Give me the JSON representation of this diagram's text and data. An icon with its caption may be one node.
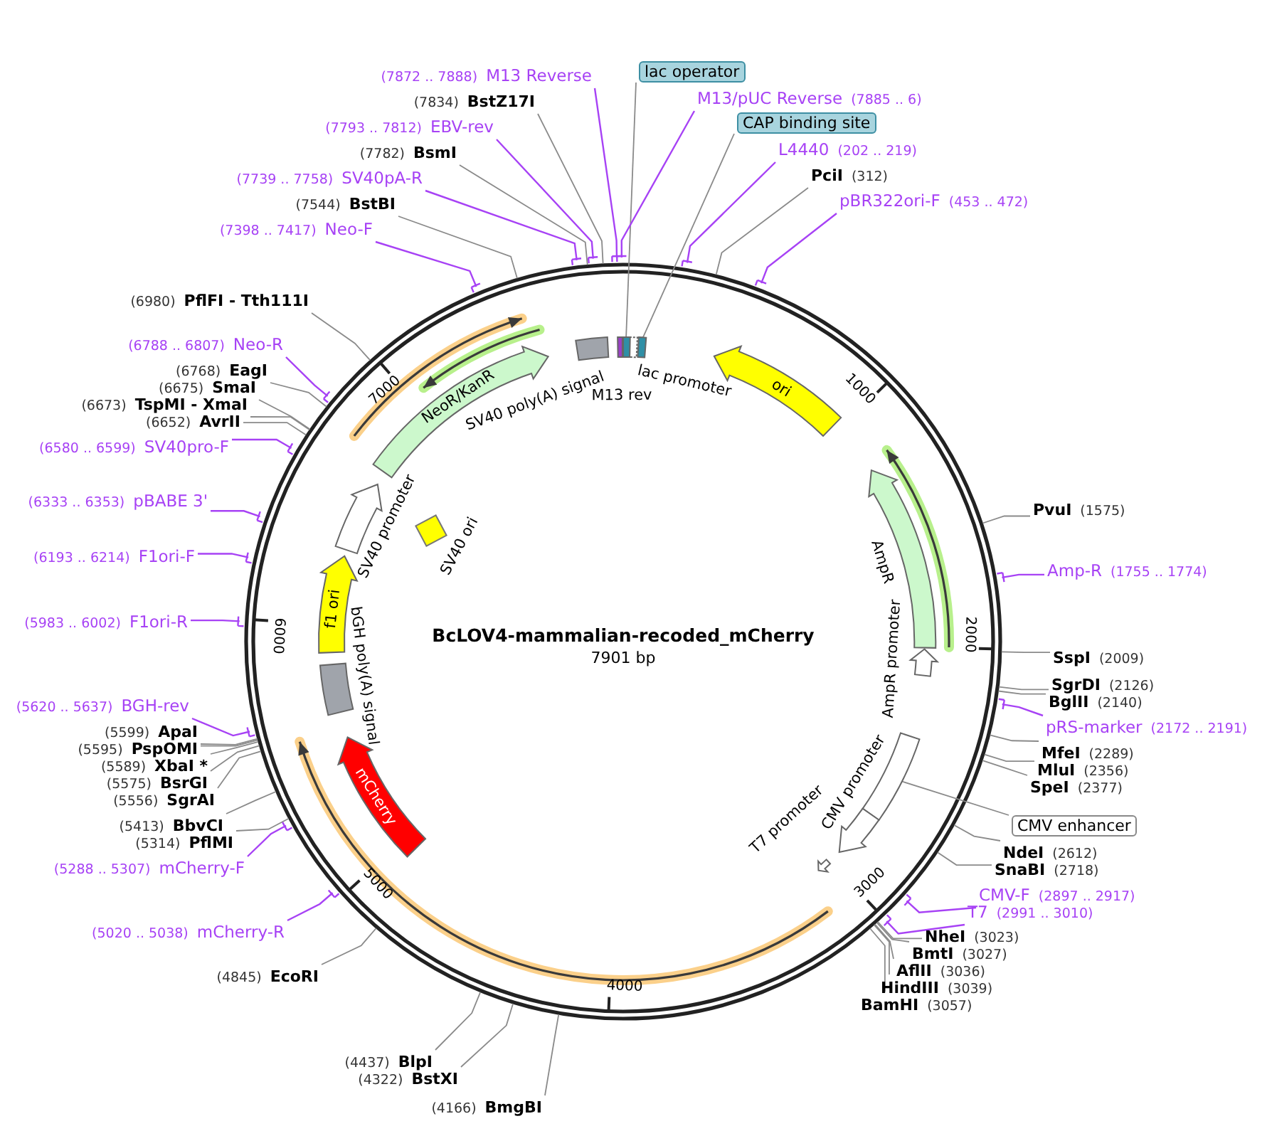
{
  "diagram": {
    "title": "BcLOV4-mammalian-recoded_mCherry",
    "caption": "7901 bp",
    "nodes": [
      {
        "text": [
          "NeoR/KanR"
        ]
      },
      {
        "text": [
          "SV40 poly(A) signal"
        ]
      },
      {
        "text": [
          "M13 rev"
        ]
      },
      {
        "text": [
          "lac promoter"
        ]
      },
      {
        "text": [],
        "shape": "box"
      },
      {
        "text": [],
        "shape": "box"
      },
      {
        "text": [
          "ori"
        ]
      },
      {
        "text": [
          "AmpR"
        ]
      },
      {
        "text": [
          "AmpR promoter"
        ]
      },
      {
        "text": [],
        "shape": "box"
      },
      {
        "text": [
          "CMV promoter"
        ]
      },
      {
        "text": [
          "T7 promoter"
        ]
      },
      {
        "text": [
          "mCherry"
        ]
      },
      {
        "text": [
          "bGH poly(A) signal"
        ]
      },
      {
        "text": [
          "f1 ori"
        ]
      },
      {
        "text": [
          "SV40 promoter"
        ]
      },
      {
        "text": [
          "SV40 ori"
        ]
      },
      {
        "text": [
          "(7872 .. 7888)",
          "M13 Reverse"
        ]
      },
      {
        "text": [
          "(7834)",
          "BstZ17I"
        ]
      },
      {
        "text": [
          "(7793 .. 7812)",
          "EBV-rev"
        ]
      },
      {
        "text": [
          "(7782)",
          "BsmI"
        ]
      },
      {
        "text": [
          "(7739 .. 7758)",
          "SV40pA-R"
        ]
      },
      {
        "text": [
          "(7544)",
          "BstBI"
        ]
      },
      {
        "text": [
          "(7398 .. 7417)",
          "Neo-F"
        ]
      },
      {
        "text": [
          "(6980)",
          "PflFI - Tth111I"
        ]
      },
      {
        "text": [
          "(6788 .. 6807)",
          "Neo-R"
        ]
      },
      {
        "text": [
          "(6768)",
          "EagI"
        ]
      },
      {
        "text": [
          "(6675)",
          "SmaI"
        ]
      },
      {
        "text": [
          "(6673)",
          "TspMI - XmaI"
        ]
      },
      {
        "text": [
          "(6652)",
          "AvrII"
        ]
      },
      {
        "text": [
          "(6580 .. 6599)",
          "SV40pro-F"
        ]
      },
      {
        "text": [
          "(6333 .. 6353)",
          "pBABE 3'"
        ]
      },
      {
        "text": [
          "(6193 .. 6214)",
          "F1ori-F"
        ]
      },
      {
        "text": [
          "(5983 .. 6002)",
          "F1ori-R"
        ]
      },
      {
        "text": [
          "(5620 .. 5637)",
          "BGH-rev"
        ]
      },
      {
        "text": [
          "(5599)",
          "ApaI"
        ]
      },
      {
        "text": [
          "(5595)",
          "PspOMI"
        ]
      },
      {
        "text": [
          "(5589)",
          "XbaI *"
        ]
      },
      {
        "text": [
          "(5575)",
          "BsrGI"
        ]
      },
      {
        "text": [
          "(5556)",
          "SgrAI"
        ]
      },
      {
        "text": [
          "(5413)",
          "BbvCI"
        ]
      },
      {
        "text": [
          "(5314)",
          "PflMI"
        ]
      },
      {
        "text": [
          "(5288 .. 5307)",
          "mCherry-F"
        ]
      },
      {
        "text": [
          "(5020 .. 5038)",
          "mCherry-R"
        ]
      },
      {
        "text": [
          "(4845)",
          "EcoRI"
        ]
      },
      {
        "text": [
          "(4437)",
          "BlpI"
        ]
      },
      {
        "text": [
          "(4322)",
          "BstXI"
        ]
      },
      {
        "text": [
          "(4166)",
          "BmgBI"
        ]
      },
      {
        "text": [
          "lac operator"
        ]
      },
      {
        "text": [
          "M13/pUC Reverse",
          "(7885 .. 6)"
        ]
      },
      {
        "text": [
          "CAP binding site"
        ]
      },
      {
        "text": [
          "L4440",
          "(202 .. 219)"
        ]
      },
      {
        "text": [
          "PciI",
          "(312)"
        ]
      },
      {
        "text": [
          "pBR322ori-F",
          "(453 .. 472)"
        ]
      },
      {
        "text": [
          "PvuI",
          "(1575)"
        ]
      },
      {
        "text": [
          "Amp-R",
          "(1755 .. 1774)"
        ]
      },
      {
        "text": [
          "SspI",
          "(2009)"
        ]
      },
      {
        "text": [
          "SgrDI",
          "(2126)"
        ]
      },
      {
        "text": [
          "BglII",
          "(2140)"
        ]
      },
      {
        "text": [
          "pRS-marker",
          "(2172 .. 2191)"
        ]
      },
      {
        "text": [
          "MfeI",
          "(2289)"
        ]
      },
      {
        "text": [
          "MluI",
          "(2356)"
        ]
      },
      {
        "text": [
          "SpeI",
          "(2377)"
        ]
      },
      {
        "text": [
          "CMV enhancer"
        ]
      },
      {
        "text": [
          "NdeI",
          "(2612)"
        ]
      },
      {
        "text": [
          "SnaBI",
          "(2718)"
        ]
      },
      {
        "text": [
          "CMV-F",
          "(2897 .. 2917)"
        ]
      },
      {
        "text": [
          "T7",
          "(2991 .. 3010)"
        ]
      },
      {
        "text": [
          "NheI",
          "(3023)"
        ]
      },
      {
        "text": [
          "BmtI",
          "(3027)"
        ]
      },
      {
        "text": [
          "AflII",
          "(3036)"
        ]
      },
      {
        "text": [
          "HindIII",
          "(3039)"
        ]
      },
      {
        "text": [
          "BamHI",
          "(3057)"
        ]
      }
    ],
    "edges": [
      {
        "from": 17,
        "to": null,
        "arrow": "none",
        "color": "#a742f5"
      },
      {
        "from": 18,
        "to": null,
        "arrow": "none"
      },
      {
        "from": 19,
        "to": null,
        "arrow": "none",
        "color": "#a742f5"
      },
      {
        "from": 20,
        "to": null,
        "arrow": "none"
      },
      {
        "from": 21,
        "to": null,
        "arrow": "none",
        "color": "#a742f5"
      },
      {
        "from": 22,
        "to": null,
        "arrow": "none"
      },
      {
        "from": 23,
        "to": null,
        "arrow": "none",
        "color": "#a742f5"
      },
      {
        "from": 24,
        "to": null,
        "arrow": "none"
      },
      {
        "from": 25,
        "to": null,
        "arrow": "none",
        "color": "#a742f5"
      },
      {
        "from": 26,
        "to": null,
        "arrow": "none"
      },
      {
        "from": 27,
        "to": null,
        "arrow": "none"
      },
      {
        "from": 28,
        "to": null,
        "arrow": "none"
      },
      {
        "from": 29,
        "to": null,
        "arrow": "none"
      },
      {
        "from": 30,
        "to": null,
        "arrow": "none",
        "color": "#a742f5"
      },
      {
        "from": 31,
        "to": null,
        "arrow": "none",
        "color": "#a742f5"
      },
      {
        "from": 32,
        "to": null,
        "arrow": "none",
        "color": "#a742f5"
      },
      {
        "from": 33,
        "to": null,
        "arrow": "none",
        "color": "#a742f5"
      },
      {
        "from": 34,
        "to": null,
        "arrow": "none",
        "color": "#a742f5"
      },
      {
        "from": 35,
        "to": null,
        "arrow": "none"
      },
      {
        "from": 36,
        "to": null,
        "arrow": "none"
      },
      {
        "from": 37,
        "to": null,
        "arrow": "none"
      },
      {
        "from": 38,
        "to": null,
        "arrow": "none"
      },
      {
        "from": 39,
        "to": null,
        "arrow": "none"
      },
      {
        "from": 40,
        "to": null,
        "arrow": "none"
      },
      {
        "from": 41,
        "to": null,
        "arrow": "none"
      },
      {
        "from": 42,
        "to": null,
        "arrow": "none",
        "color": "#a742f5"
      },
      {
        "from": 43,
        "to": null,
        "arrow": "none",
        "color": "#a742f5"
      },
      {
        "from": 44,
        "to": null,
        "arrow": "none"
      },
      {
        "from": 45,
        "to": null,
        "arrow": "none"
      },
      {
        "from": 46,
        "to": null,
        "arrow": "none"
      },
      {
        "from": 47,
        "to": null,
        "arrow": "none"
      },
      {
        "from": 48,
        "to": 4,
        "arrow": "none"
      },
      {
        "from": 49,
        "to": null,
        "arrow": "none",
        "color": "#a742f5"
      },
      {
        "from": 50,
        "to": 5,
        "arrow": "none"
      },
      {
        "from": 51,
        "to": null,
        "arrow": "none",
        "color": "#a742f5"
      },
      {
        "from": 52,
        "to": null,
        "arrow": "none"
      },
      {
        "from": 53,
        "to": null,
        "arrow": "none",
        "color": "#a742f5"
      },
      {
        "from": 54,
        "to": null,
        "arrow": "none"
      },
      {
        "from": 55,
        "to": null,
        "arrow": "none",
        "color": "#a742f5"
      },
      {
        "from": 56,
        "to": null,
        "arrow": "none"
      },
      {
        "from": 57,
        "to": null,
        "arrow": "none"
      },
      {
        "from": 58,
        "to": null,
        "arrow": "none"
      },
      {
        "from": 59,
        "to": null,
        "arrow": "none",
        "color": "#a742f5"
      },
      {
        "from": 60,
        "to": null,
        "arrow": "none"
      },
      {
        "from": 61,
        "to": null,
        "arrow": "none"
      },
      {
        "from": 62,
        "to": null,
        "arrow": "none"
      },
      {
        "from": 63,
        "to": 9,
        "arrow": "none"
      },
      {
        "from": 64,
        "to": null,
        "arrow": "none"
      },
      {
        "from": 65,
        "to": null,
        "arrow": "none"
      },
      {
        "from": 66,
        "to": null,
        "arrow": "none",
        "color": "#a742f5"
      },
      {
        "from": 67,
        "to": null,
        "arrow": "none",
        "color": "#a742f5"
      },
      {
        "from": 68,
        "to": null,
        "arrow": "none"
      },
      {
        "from": 69,
        "to": null,
        "arrow": "none"
      },
      {
        "from": 70,
        "to": null,
        "arrow": "none"
      },
      {
        "from": 71,
        "to": null,
        "arrow": "none"
      },
      {
        "from": 72,
        "to": null,
        "arrow": "none"
      }
    ],
    "labels": [
      "1000",
      "2000",
      "3000",
      "4000",
      "5000",
      "6000",
      "7000"
    ]
  }
}
